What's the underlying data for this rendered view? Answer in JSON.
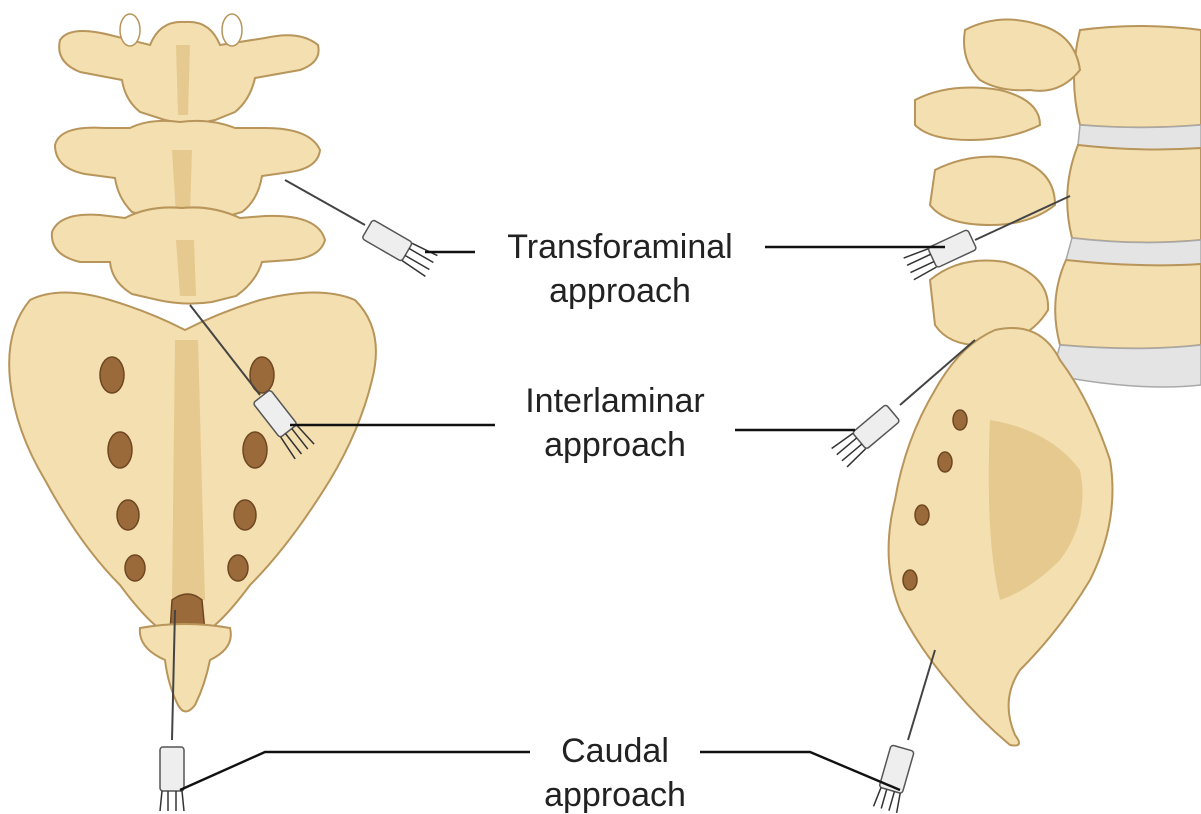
{
  "labels": {
    "transforaminal_line1": "Transforaminal",
    "transforaminal_line2": "approach",
    "interlaminar_line1": "Interlaminar",
    "interlaminar_line2": "approach",
    "caudal_line1": "Caudal",
    "caudal_line2": "approach"
  },
  "colors": {
    "bone": "#f3dfb0",
    "bone_outline": "#b8955a",
    "disc": "#e4e4e4",
    "needle": "#444444",
    "leader_line": "#111111",
    "text": "#222222"
  }
}
